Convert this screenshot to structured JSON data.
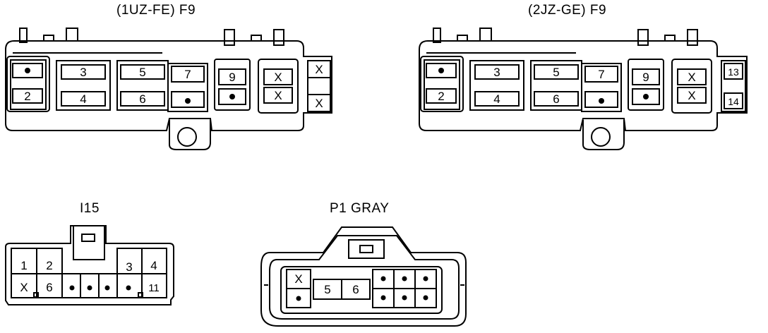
{
  "connectors": {
    "f9_1uzfe": {
      "title": "(1UZ-FE)  F9",
      "pins": {
        "p2": "2",
        "p3": "3",
        "p4": "4",
        "p5": "5",
        "p6": "6",
        "p7": "7",
        "p9": "9",
        "x1": "X",
        "x2": "X",
        "x3": "X",
        "x4": "X"
      }
    },
    "f9_2jzge": {
      "title": "(2JZ-GE)  F9",
      "pins": {
        "p2": "2",
        "p3": "3",
        "p4": "4",
        "p5": "5",
        "p6": "6",
        "p7": "7",
        "p9": "9",
        "x1": "X",
        "x2": "X",
        "p13": "13",
        "p14": "14"
      }
    },
    "i15": {
      "title": "I15",
      "pins": {
        "p1": "1",
        "p2": "2",
        "p3": "3",
        "p4": "4",
        "x": "X",
        "p6": "6",
        "p11": "11"
      }
    },
    "p1": {
      "title": "P1  GRAY",
      "pins": {
        "x": "X",
        "p5": "5",
        "p6": "6"
      }
    }
  }
}
